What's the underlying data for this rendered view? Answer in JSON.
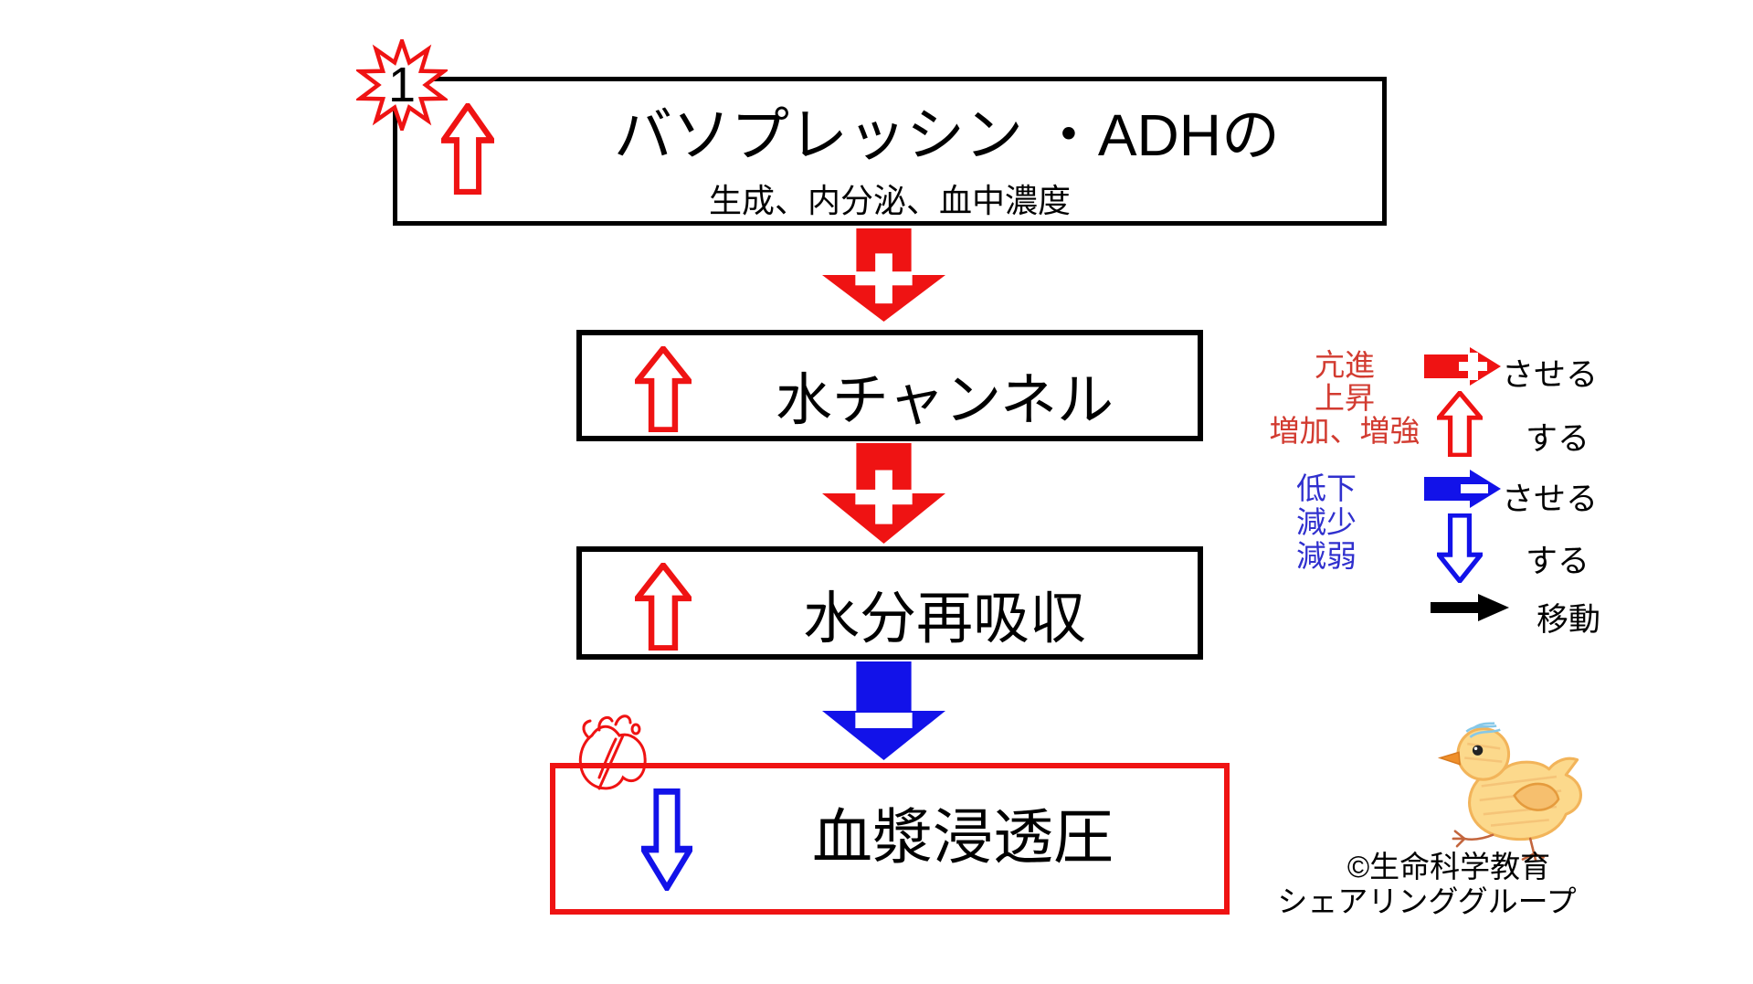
{
  "slide": {
    "step_badge": "1",
    "boxes": {
      "adh_title": "バソプレッシン ・ADHの",
      "adh_subtitle": "生成、内分泌、血中濃度",
      "water_channel": "水チャンネル",
      "water_reabsorption": "水分再吸収",
      "plasma_osmotic_pressure": "血漿浸透圧"
    }
  },
  "legend": {
    "increase": {
      "terms": [
        "亢進",
        "上昇",
        "増加、増強"
      ],
      "cause_label": "させる",
      "do_label": "する"
    },
    "decrease": {
      "terms": [
        "低下",
        "減少",
        "減弱"
      ],
      "cause_label": "させる",
      "do_label": "する"
    },
    "move_label": "移動"
  },
  "credit": {
    "line1": "©生命科学教育",
    "line2": "シェアリンググループ"
  },
  "colors": {
    "red": "#ef1313",
    "red_text": "#d23b30",
    "blue": "#1212e9",
    "blue_text": "#3030ce",
    "black": "#000000"
  }
}
